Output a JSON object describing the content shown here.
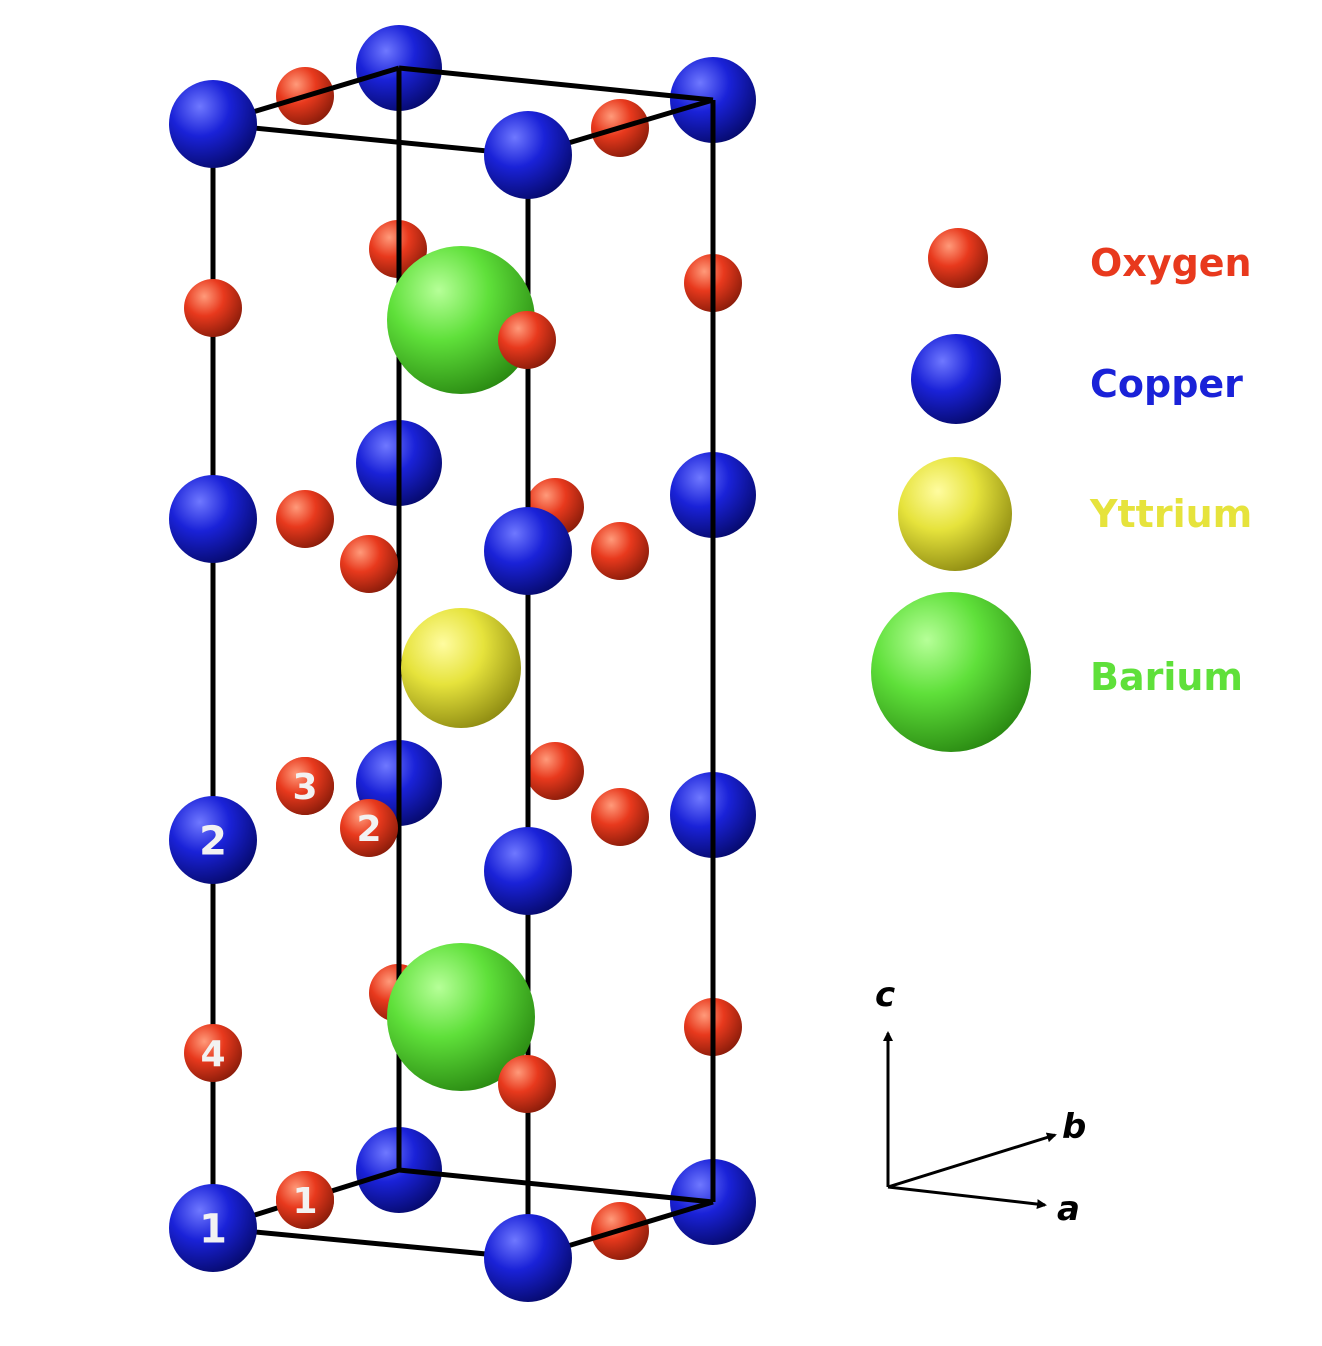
{
  "elements": {
    "oxygen": {
      "name": "Oxygen",
      "color": "#e8391d"
    },
    "copper": {
      "name": "Copper",
      "color": "#1a22d8"
    },
    "yttrium": {
      "name": "Yttrium",
      "color": "#e6e33c"
    },
    "barium": {
      "name": "Barium",
      "color": "#5fe03a"
    }
  },
  "site_labels": {
    "cu1": "1",
    "cu2": "2",
    "o1": "1",
    "o2": "2",
    "o3": "3",
    "o4": "4"
  },
  "axes": {
    "c": "c",
    "b": "b",
    "a": "a"
  }
}
